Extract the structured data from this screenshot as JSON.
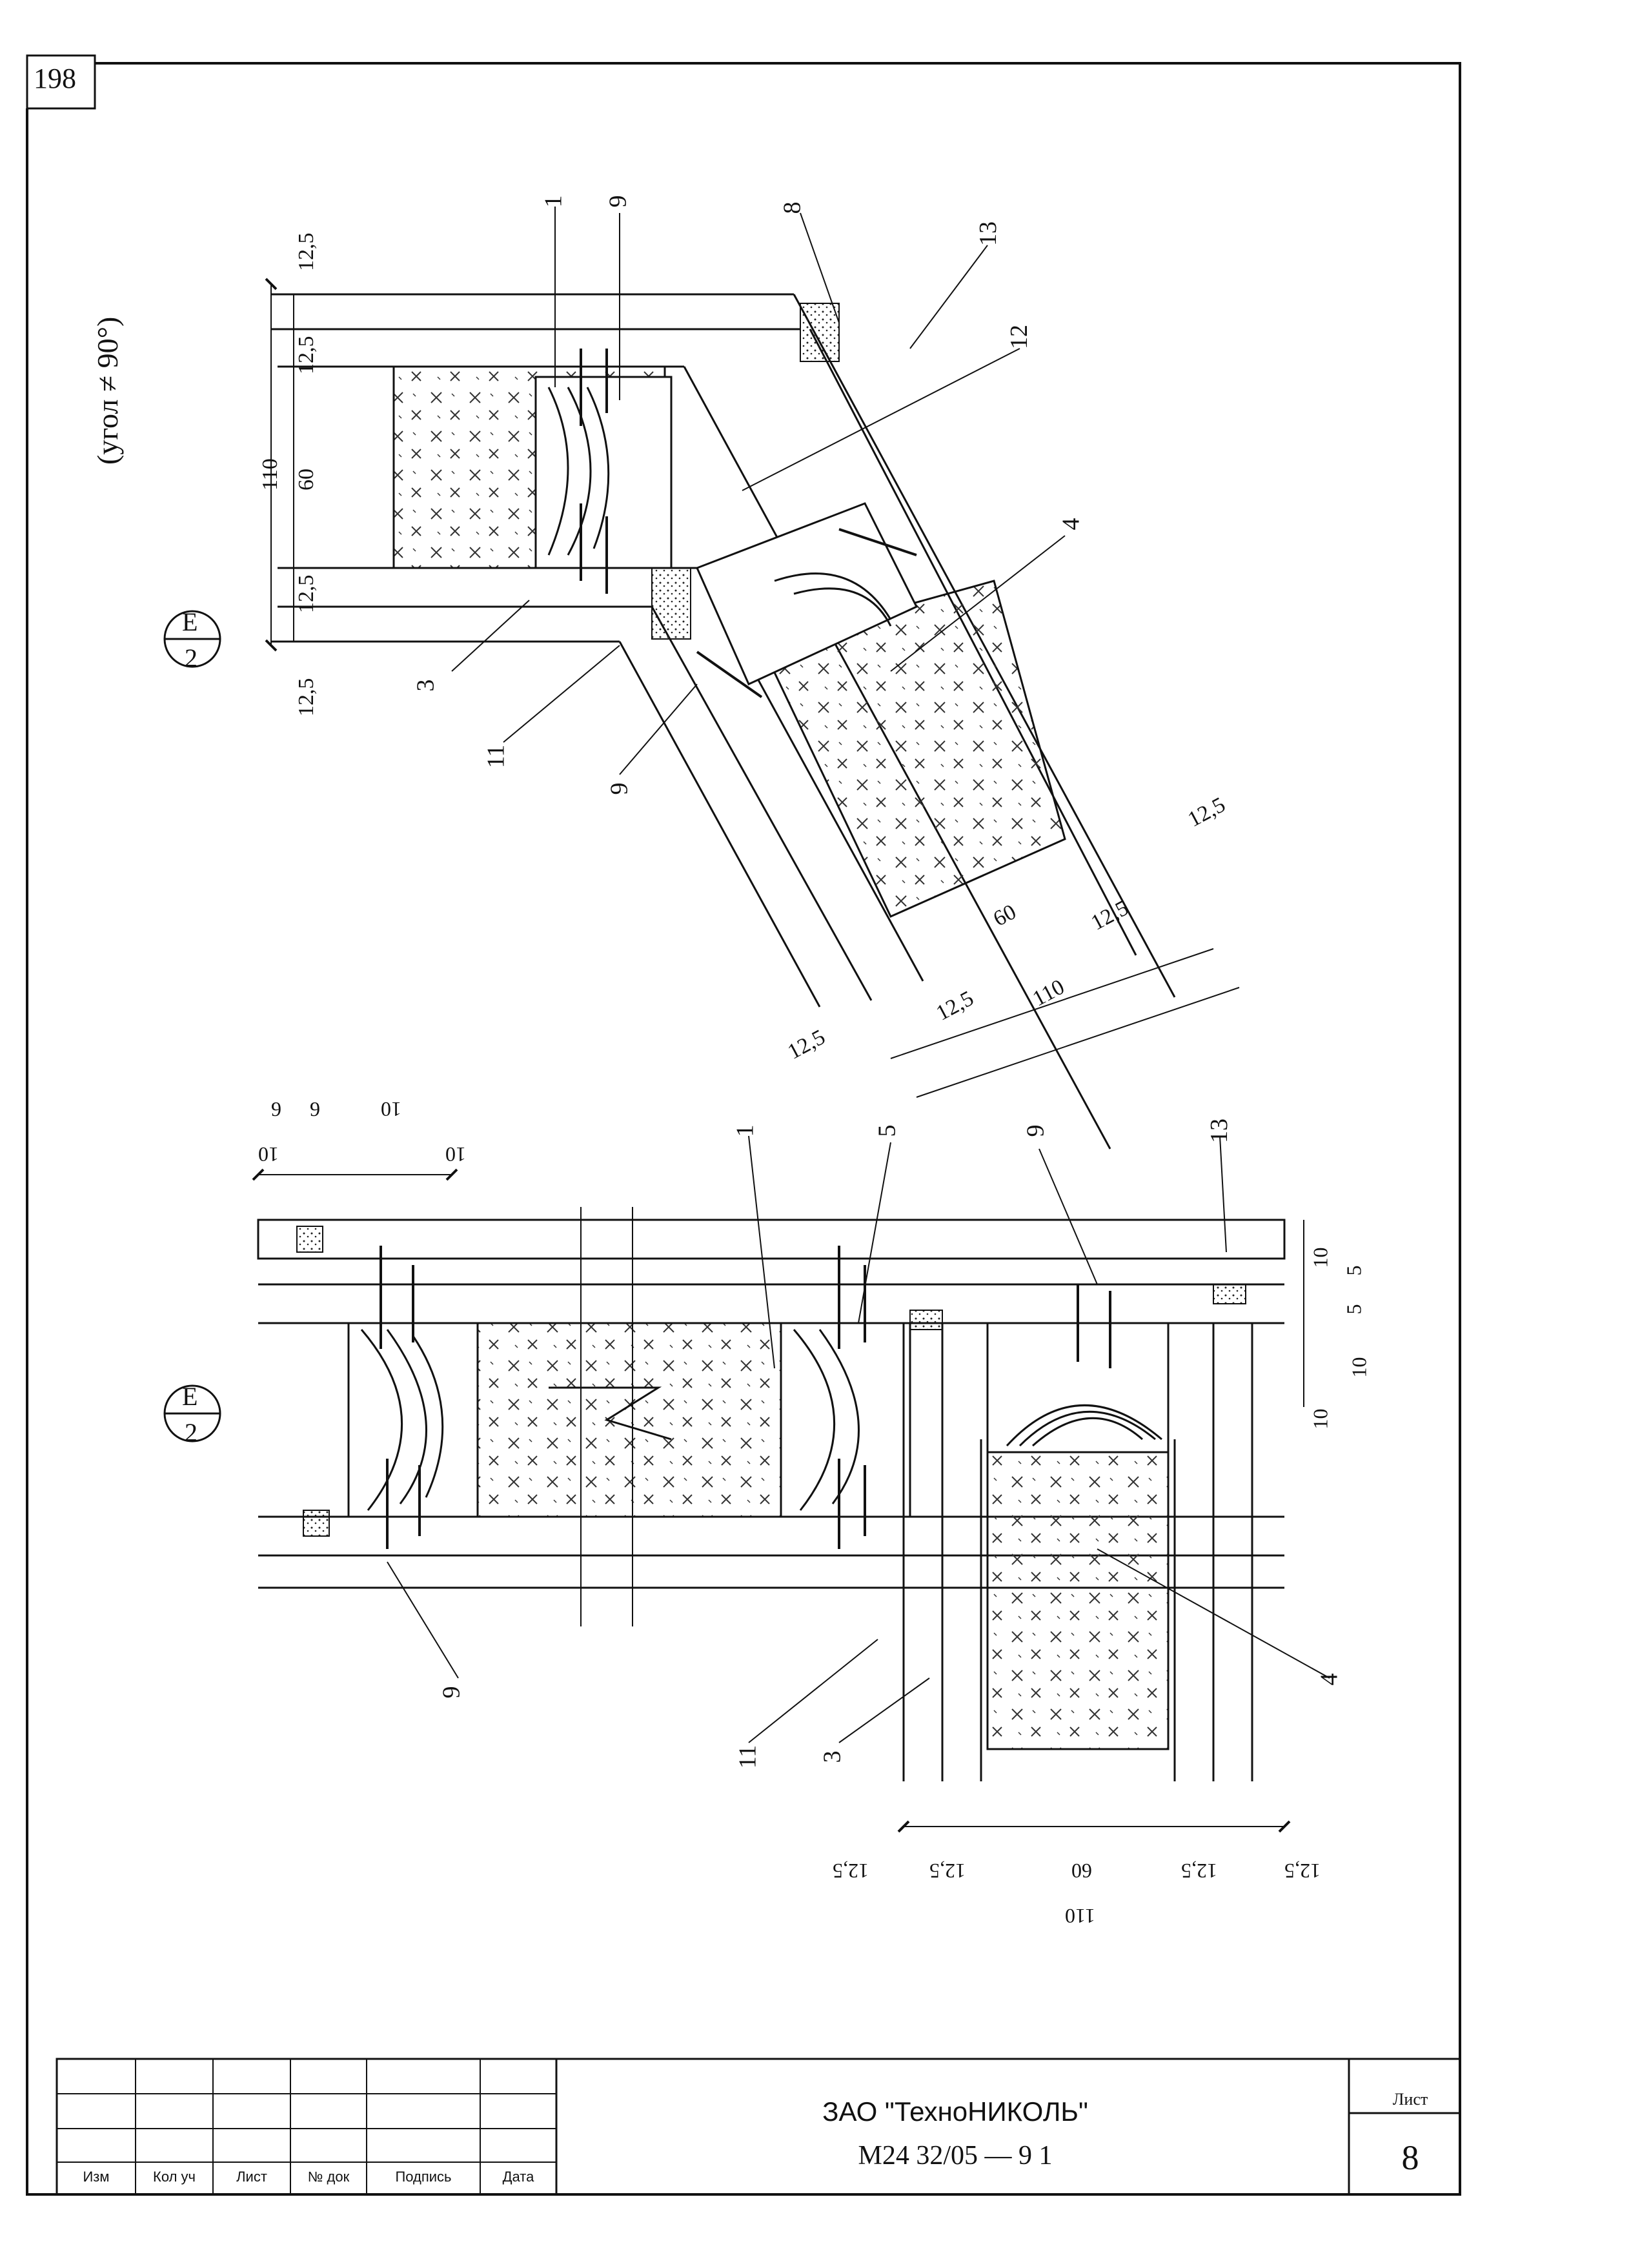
{
  "page_number": "198",
  "section_mark": {
    "letter": "Е",
    "sheet": "2"
  },
  "corner_detail": {
    "title_note": "(угол ≠ 90°)",
    "dims_left": [
      "12,5",
      "12,5",
      "110",
      "60",
      "12,5",
      "12,5"
    ],
    "dims_right": [
      "12,5",
      "60",
      "12,5",
      "110",
      "12,5",
      "12,5"
    ],
    "callouts": [
      "1",
      "9",
      "8",
      "13",
      "12",
      "4",
      "3",
      "11",
      "9"
    ]
  },
  "tee_detail": {
    "dims_top": [
      "9",
      "9",
      "10",
      "10",
      "10"
    ],
    "dims_right": [
      "10",
      "5",
      "5",
      "10",
      "10"
    ],
    "dims_bottom": [
      "12,5",
      "12,5",
      "60",
      "12,5",
      "12,5",
      "110"
    ],
    "callouts": [
      "1",
      "5",
      "9",
      "13",
      "9",
      "11",
      "3",
      "4"
    ]
  },
  "title_block": {
    "headers": [
      "Изм",
      "Кол уч",
      "Лист",
      "№ док",
      "Подпись",
      "Дата"
    ],
    "company": "ЗАО \"ТехноНИКОЛЬ\"",
    "document": "М24 32/05 — 9 1",
    "sheet_label": "Лист",
    "sheet_number": "8"
  }
}
